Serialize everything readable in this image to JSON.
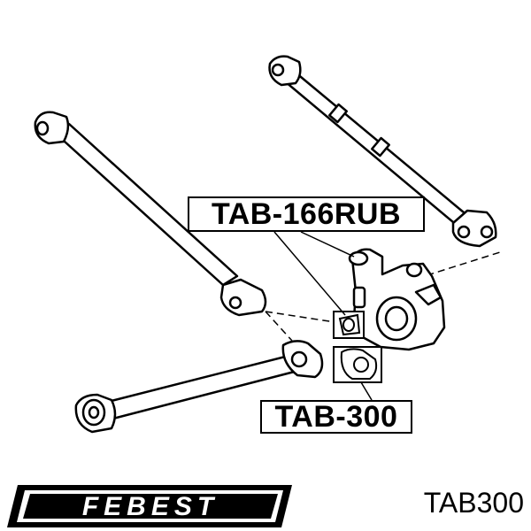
{
  "callouts": [
    {
      "label": "TAB-166RUB"
    },
    {
      "label": "TAB-300"
    }
  ],
  "brand": {
    "logo_text": "FEBEST"
  },
  "part_number": "TAB300",
  "colors": {
    "ink": "#000000",
    "paper": "#ffffff"
  }
}
